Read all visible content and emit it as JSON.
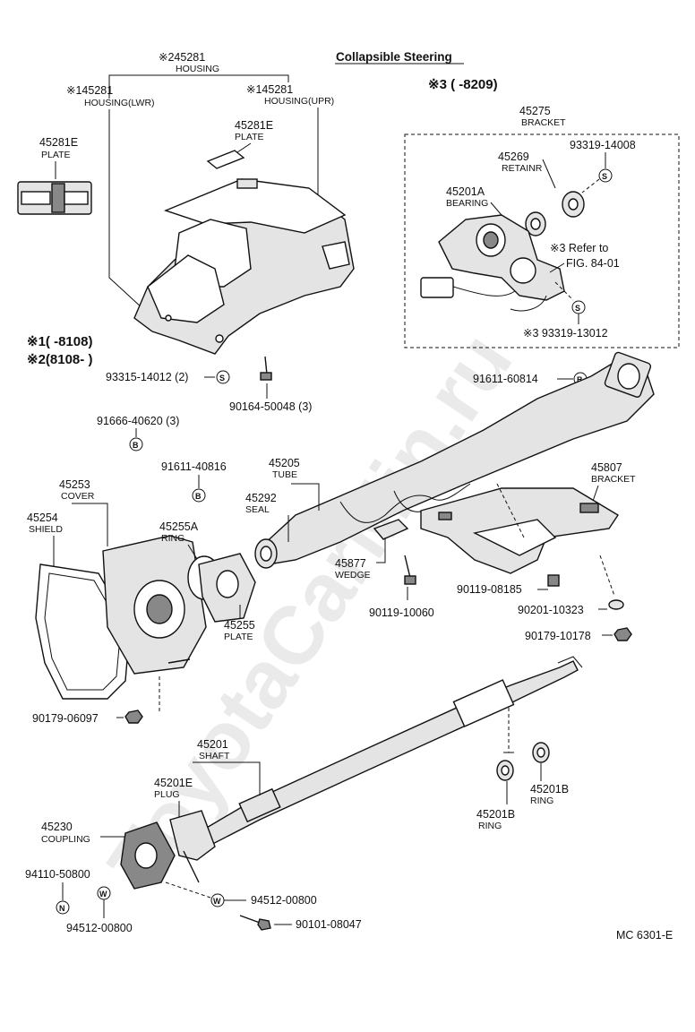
{
  "title": "Collapsible Steering",
  "diagram_code": "MC 6301-E",
  "watermark": "ToyotaCarMin.ru",
  "notes": {
    "n1": "※1(      -8108)",
    "n2": "※2(8108-        )",
    "n3": "※3 (        -8209)"
  },
  "labels": {
    "housing_45281": {
      "num": "※245281",
      "name": "HOUSING"
    },
    "housing_lwr": {
      "num": "※145281",
      "name": "HOUSING(LWR)"
    },
    "housing_upr": {
      "num": "※145281",
      "name": "HOUSING(UPR)"
    },
    "plate_45281e_a": {
      "num": "45281E",
      "name": "PLATE"
    },
    "plate_45281e_b": {
      "num": "45281E",
      "name": "PLATE"
    },
    "bracket_45275": {
      "num": "45275",
      "name": "BRACKET"
    },
    "retainer_45269": {
      "num": "45269",
      "name": "RETAINR"
    },
    "bearing_45201a": {
      "num": "45201A",
      "name": "BEARING"
    },
    "refer": {
      "num": "※3 Refer to",
      "name": "FIG. 84-01"
    },
    "tube_45205": {
      "num": "45205",
      "name": "TUBE"
    },
    "seal_45292": {
      "num": "45292",
      "name": "SEAL"
    },
    "bracket_45807": {
      "num": "45807",
      "name": "BRACKET"
    },
    "cover_45253": {
      "num": "45253",
      "name": "COVER"
    },
    "shield_45254": {
      "num": "45254",
      "name": "SHIELD"
    },
    "ring_45255a": {
      "num": "45255A",
      "name": "RING"
    },
    "plate_45255": {
      "num": "45255",
      "name": "PLATE"
    },
    "wedge_45877": {
      "num": "45877",
      "name": "WEDGE"
    },
    "shaft_45201": {
      "num": "45201",
      "name": "SHAFT"
    },
    "plug_45201e": {
      "num": "45201E",
      "name": "PLUG"
    },
    "coupling_45230": {
      "num": "45230",
      "name": "COUPLING"
    },
    "ring_45201b_a": {
      "num": "45201B",
      "name": "RING"
    },
    "ring_45201b_b": {
      "num": "45201B",
      "name": "RING"
    }
  },
  "part_numbers": {
    "p93319_14008": "93319-14008",
    "p93319_13012": "※3 93319-13012",
    "p93315_14012": "93315-14012 (2)",
    "p90164_50048": "90164-50048 (3)",
    "p91611_60814": "91611-60814",
    "p91666_40620": "91666-40620 (3)",
    "p91611_40816": "91611-40816",
    "p90119_08185": "90119-08185",
    "p90201_10323": "90201-10323",
    "p90179_10178": "90179-10178",
    "p90119_10060": "90119-10060",
    "p90179_06097": "90179-06097",
    "p94110_50800": "94110-50800",
    "p94512_00800_a": "94512-00800",
    "p94512_00800_b": "94512-00800",
    "p90101_08047": "90101-08047"
  },
  "symbols": {
    "s": "S",
    "b": "B",
    "n": "N",
    "w": "W"
  }
}
